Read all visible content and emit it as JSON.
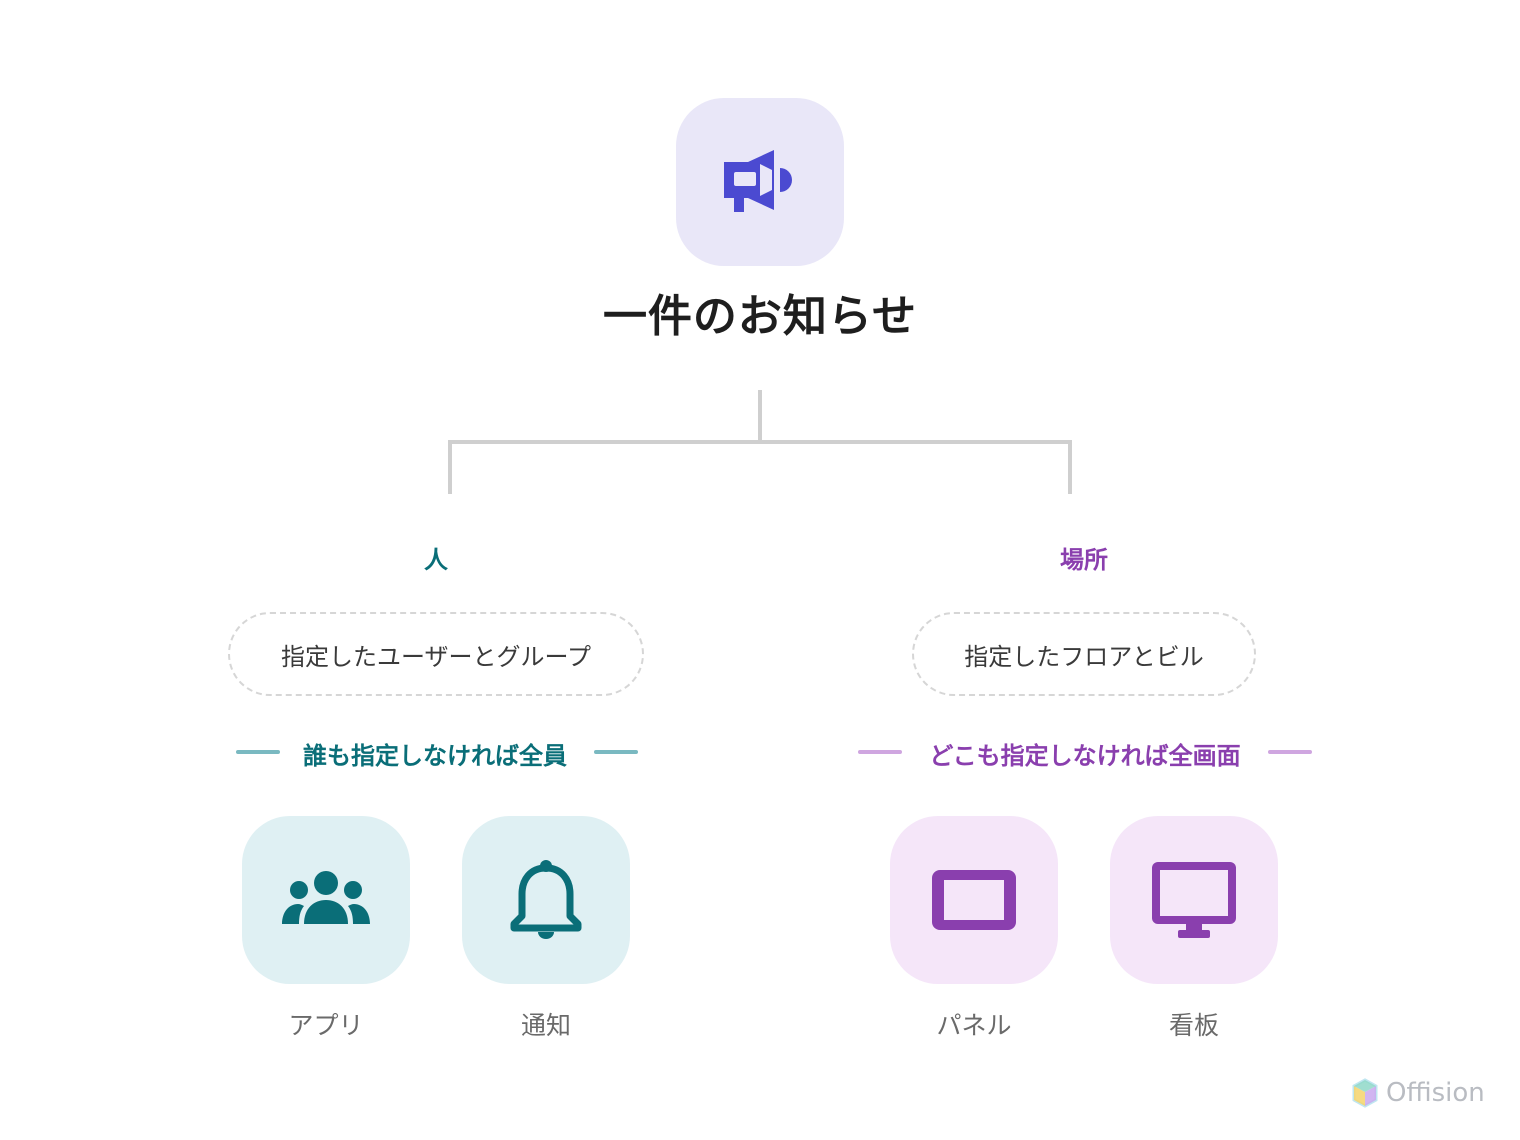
{
  "root": {
    "title": "一件のお知らせ",
    "icon": "megaphone-icon",
    "accent": "#4b4ad1"
  },
  "people": {
    "label": "人",
    "target": "指定したユーザーとグループ",
    "default_note": "誰も指定しなければ全員",
    "accent": "#0a6e78",
    "channels": [
      {
        "label": "アプリ",
        "icon": "group-icon"
      },
      {
        "label": "通知",
        "icon": "bell-icon"
      }
    ]
  },
  "places": {
    "label": "場所",
    "target": "指定したフロアとビル",
    "default_note": "どこも指定しなければ全画面",
    "accent": "#8a3fae",
    "channels": [
      {
        "label": "パネル",
        "icon": "tablet-icon"
      },
      {
        "label": "看板",
        "icon": "monitor-icon"
      }
    ]
  },
  "brand": {
    "name": "Offision",
    "icon": "offision-logo-icon"
  }
}
